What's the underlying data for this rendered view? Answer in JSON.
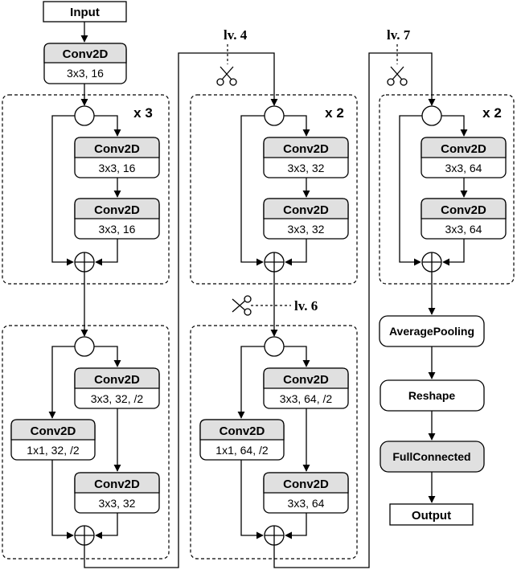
{
  "input_label": "Input",
  "output_label": "Output",
  "stem": {
    "title": "Conv2D",
    "params": "3x3, 16"
  },
  "conv_title": "Conv2D",
  "levels": {
    "lv4": "lv. 4",
    "lv6": "lv. 6",
    "lv7": "lv. 7"
  },
  "block1": {
    "repeat": "x 3",
    "conv_a": "3x3, 16",
    "conv_b": "3x3, 16"
  },
  "block2": {
    "main_a": "3x3, 32, /2",
    "main_b": "3x3, 32",
    "shortcut": "1x1, 32, /2"
  },
  "block3": {
    "repeat": "x 2",
    "conv_a": "3x3, 32",
    "conv_b": "3x3, 32"
  },
  "block4": {
    "main_a": "3x3, 64, /2",
    "main_b": "3x3, 64",
    "shortcut": "1x1, 64, /2"
  },
  "block5": {
    "repeat": "x 2",
    "conv_a": "3x3, 64",
    "conv_b": "3x3, 64"
  },
  "head": {
    "pool": "AveragePooling",
    "reshape": "Reshape",
    "fc": "FullConnected"
  }
}
